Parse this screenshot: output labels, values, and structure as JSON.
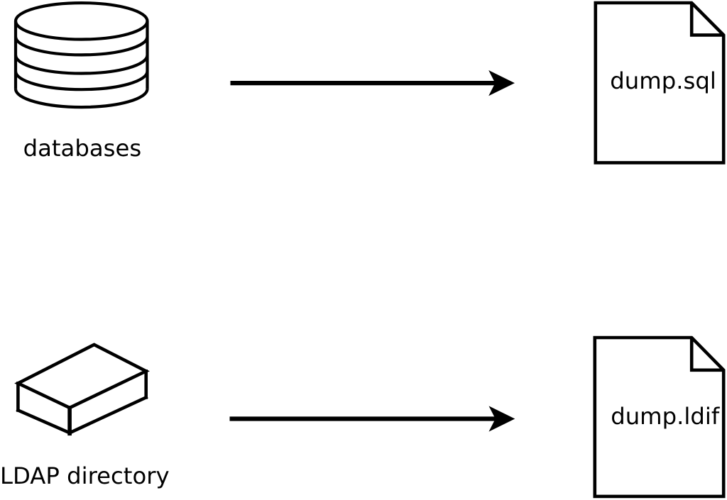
{
  "diagram": {
    "type": "flow",
    "background_color": "#ffffff",
    "ink_color": "#000000",
    "flows": [
      {
        "source": {
          "icon": "database-stack-icon",
          "label": "databases"
        },
        "connector": {
          "icon": "right-arrow-icon",
          "direction": "right"
        },
        "target": {
          "icon": "document-icon",
          "label": "dump.sql"
        }
      },
      {
        "source": {
          "icon": "box-3d-icon",
          "label": "LDAP directory"
        },
        "connector": {
          "icon": "right-arrow-icon",
          "direction": "right"
        },
        "target": {
          "icon": "document-icon",
          "label": "dump.ldif"
        }
      }
    ]
  }
}
